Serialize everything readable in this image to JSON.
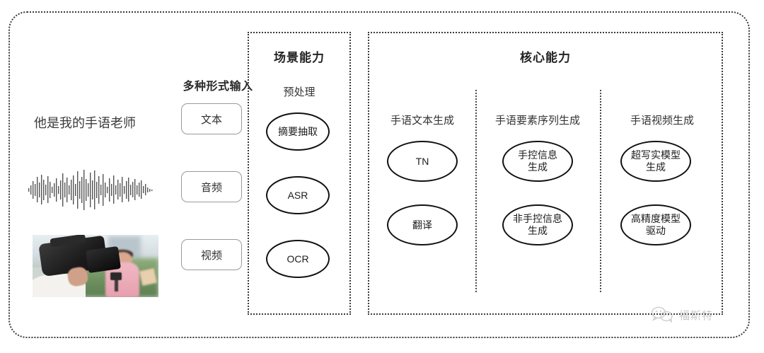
{
  "diagram": {
    "title_alt": "手语生成能力架构图",
    "input_section": {
      "header": "多种形式输入",
      "sample_text": "他是我的手语老师",
      "modalities": [
        {
          "label": "文本",
          "icon": "text-sample"
        },
        {
          "label": "音频",
          "icon": "audio-waveform"
        },
        {
          "label": "视频",
          "icon": "video-thumbnail"
        }
      ]
    },
    "scene_panel": {
      "title": "场景能力",
      "groups": [
        {
          "subtitle": "预处理",
          "nodes": [
            "摘要抽取",
            "ASR",
            "OCR"
          ]
        }
      ]
    },
    "core_panel": {
      "title": "核心能力",
      "groups": [
        {
          "subtitle": "手语文本生成",
          "nodes": [
            "TN",
            "翻译"
          ]
        },
        {
          "subtitle": "手语要素序列生成",
          "nodes": [
            "手控信息\n生成",
            "非手控信息\n生成"
          ]
        },
        {
          "subtitle": "手语视频生成",
          "nodes": [
            "超写实模型\n生成",
            "高精度模型\n驱动"
          ]
        }
      ]
    },
    "watermark": {
      "text": "福斯特",
      "icon": "wechat-logo"
    },
    "colors": {
      "frame": "#3a3a3a",
      "node_border": "#111111",
      "button_border": "#9a9a9a",
      "text": "#2b2b2b",
      "watermark": "#9b9b9b",
      "background": "#ffffff"
    }
  }
}
